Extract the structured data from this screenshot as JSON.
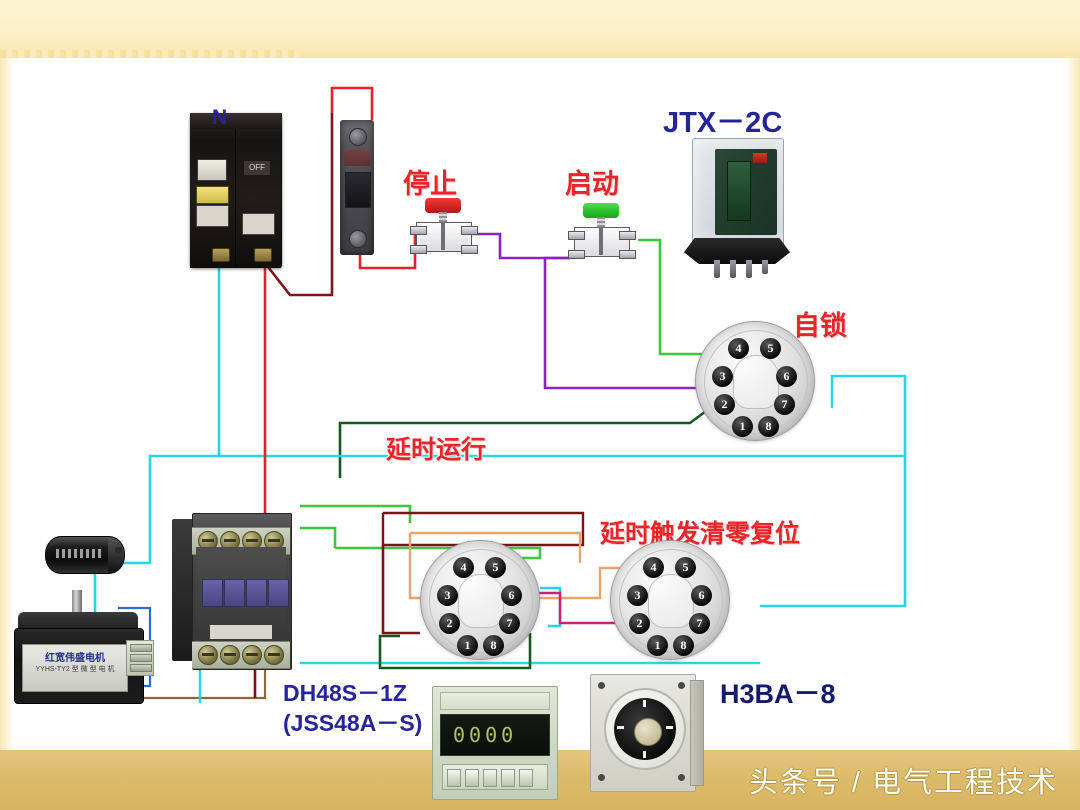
{
  "page": {
    "watermark": "头条号 / 电气工程技术",
    "background_top": "#fdf3d4",
    "background_bottom": "#dcbb6b"
  },
  "labels": {
    "neutral": "N",
    "stop": "停止",
    "start": "启动",
    "relay_model": "JTX－2C",
    "self_lock": "自锁",
    "delay_run": "延时运行",
    "delay_trigger_reset": "延时触发清零复位",
    "timer_model": "DH48S－1Z",
    "timer_model_alt": "(JSS48A－S)",
    "analog_timer_model": "H3BA－8"
  },
  "colors": {
    "label_red": "#e8262a",
    "label_blue": "#26249a",
    "label_navy": "#151a6e",
    "wire_red": "#e8202a",
    "wire_darkred": "#7b1418",
    "wire_cyan": "#23d7e8",
    "wire_green": "#3cc83c",
    "wire_darkgreen": "#15591f",
    "wire_purple": "#8a22c8",
    "wire_orange": "#e8a46a",
    "wire_magenta": "#cc1f7a",
    "wire_brown": "#8a6a32",
    "wire_blue": "#2a6ec8"
  },
  "sockets": {
    "pins": [
      "1",
      "2",
      "3",
      "4",
      "5",
      "6",
      "7",
      "8"
    ],
    "list": [
      {
        "name": "self-lock-socket",
        "label": "自锁"
      },
      {
        "name": "delay-run-socket",
        "label": "延时运行"
      },
      {
        "name": "delay-reset-socket",
        "label": "延时触发清零复位"
      }
    ]
  },
  "buttons": {
    "stop": {
      "label": "停止",
      "cap_color": "#ef3b32"
    },
    "start": {
      "label": "启动",
      "cap_color": "#4ddc4d"
    }
  },
  "timer_display": {
    "digits": "0000"
  },
  "motor": {
    "brand": "红宽伟盛电机",
    "spec": "YYHS-TY2 型 微 型 电 机"
  }
}
